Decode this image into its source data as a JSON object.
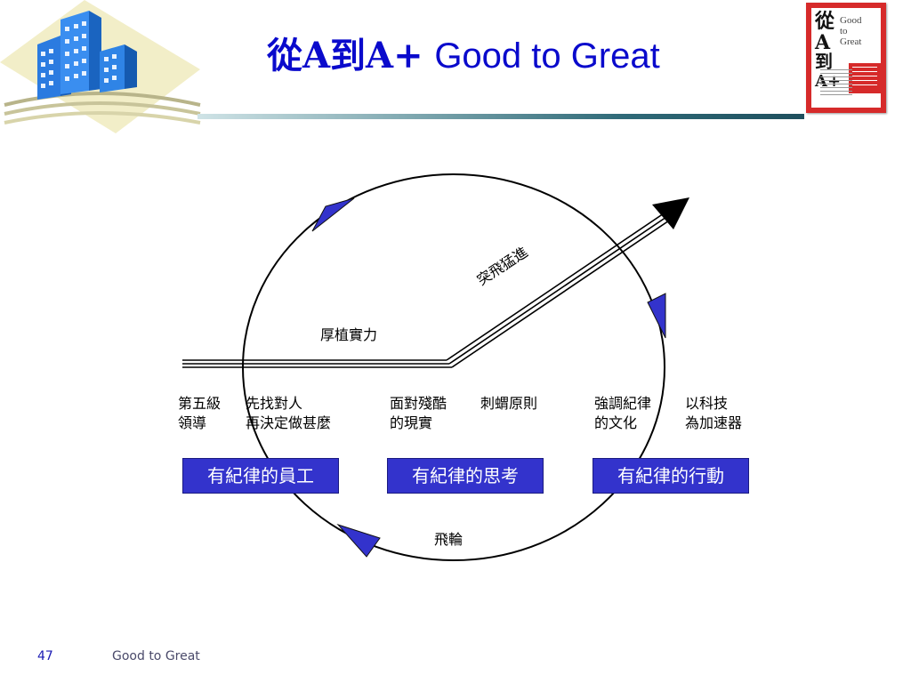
{
  "slide": {
    "title_zh": "從A到A+",
    "title_en": "Good to Great",
    "page_number": "47",
    "footer": "Good to Great"
  },
  "book": {
    "cover_chars": [
      "從",
      "A",
      "到",
      "A+"
    ],
    "cover_english": [
      "Good",
      "to",
      "Great"
    ]
  },
  "diagram": {
    "label_build": "厚植實力",
    "label_breakthrough": "突飛猛進",
    "label_flywheel": "飛輪",
    "col1_a": [
      "第五級",
      "領導"
    ],
    "col1_b": [
      "先找對人",
      "再決定做甚麼"
    ],
    "col2_a": [
      "面對殘酷",
      "的現實"
    ],
    "col2_b": [
      "刺蝟原則"
    ],
    "col3_a": [
      "強調紀律",
      "的文化"
    ],
    "col3_b": [
      "以科技",
      "為加速器"
    ],
    "box1": "有紀律的員工",
    "box2": "有紀律的思考",
    "box3": "有紀律的行動"
  },
  "colors": {
    "title": "#0a0acc",
    "box_fill": "#3333cc",
    "arrow_fill": "#3333cc"
  }
}
